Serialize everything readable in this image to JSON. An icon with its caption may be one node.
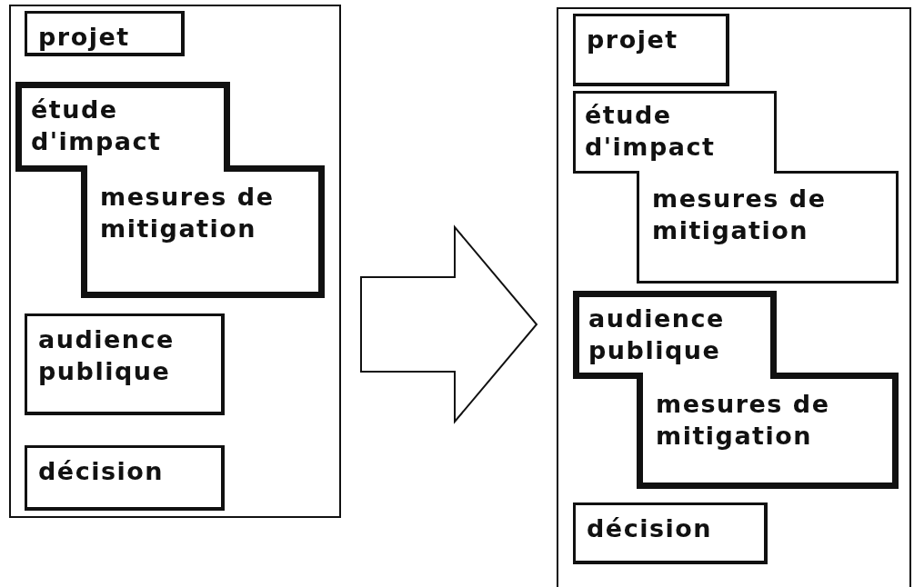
{
  "diagram": {
    "nodes": [
      {
        "text": [],
        "shape": "box"
      },
      {
        "text": [
          "projet"
        ],
        "in": 0
      },
      {
        "text": [
          "étude d'impact",
          "mesures de mitigation"
        ],
        "in": 0
      },
      {
        "text": [
          "audience publique"
        ],
        "in": 0
      },
      {
        "text": [
          "décision"
        ],
        "in": 0
      },
      {
        "text": [],
        "shape": "box"
      },
      {
        "text": [
          "projet"
        ],
        "in": 5
      },
      {
        "text": [
          "étude d'impact",
          "mesures de mitigation"
        ],
        "in": 5
      },
      {
        "text": [
          "audience publique",
          "mesures de mitigation"
        ],
        "in": 5
      },
      {
        "text": [
          "décision"
        ],
        "in": 5
      }
    ],
    "edges": [
      {
        "from": 0,
        "to": 5,
        "arrow": "to"
      }
    ]
  }
}
